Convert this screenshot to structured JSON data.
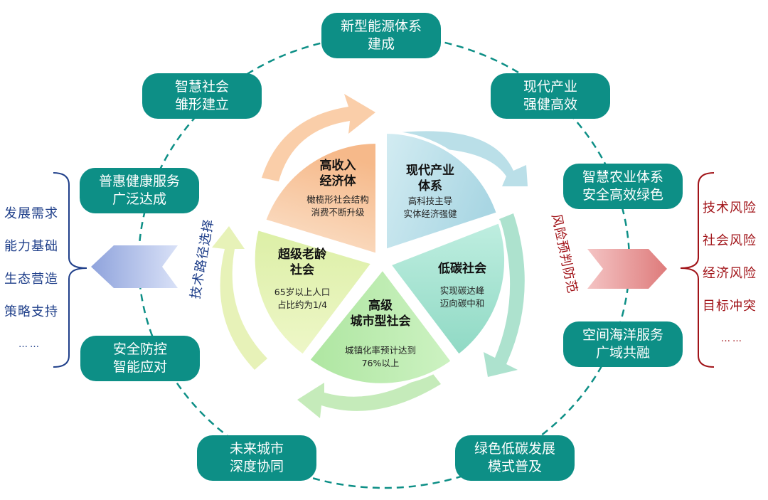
{
  "top_nodes": {
    "energy": [
      "新型能源体系",
      "建成"
    ],
    "industry": [
      "现代产业",
      "强健高效"
    ],
    "agri": [
      "智慧农业体系",
      "安全高效绿色"
    ],
    "ocean": [
      "空间海洋服务",
      "广域共融"
    ],
    "green": [
      "绿色低碳发展",
      "模式普及"
    ],
    "city": [
      "未来城市",
      "深度协同"
    ],
    "security": [
      "安全防控",
      "智能应对"
    ],
    "health": [
      "普惠健康服务",
      "广泛达成"
    ],
    "smart": [
      "智慧社会",
      "雏形建立"
    ]
  },
  "segments": {
    "income": {
      "title": [
        "高收入",
        "经济体"
      ],
      "text": [
        "橄榄形社会结构",
        "消费不断升级"
      ],
      "color": "#f8cda8"
    },
    "modern": {
      "title": [
        "现代产业",
        "体系"
      ],
      "text": [
        "高科技主导",
        "实体经济强健"
      ],
      "color": "#b7dce6"
    },
    "lowcarbon": {
      "title": [
        "低碳社会"
      ],
      "text": [
        "实现碳达峰",
        "迈向碳中和"
      ],
      "color": "#9fe0cf"
    },
    "urban": {
      "title": [
        "高级",
        "城市型社会"
      ],
      "text": [
        "城镇化率预计达到",
        "76%以上"
      ],
      "color": "#c4efb8"
    },
    "aging": {
      "title": [
        "超级老龄",
        "社会"
      ],
      "text": [
        "65岁以上人口",
        "占比约为1/4"
      ],
      "color": "#eaf4b8"
    }
  },
  "left_label": "技术路径选择",
  "right_label": "风险预判防范",
  "left_list": [
    "发展需求",
    "能力基础",
    "生态营造",
    "策略支持",
    "……"
  ],
  "right_list": [
    "技术风险",
    "社会风险",
    "经济风险",
    "目标冲突",
    "……"
  ],
  "colors": {
    "pill": "#0d8f86",
    "ring": "#0d8f86",
    "left_accent": "#1f3f8a",
    "right_accent": "#a11318"
  }
}
